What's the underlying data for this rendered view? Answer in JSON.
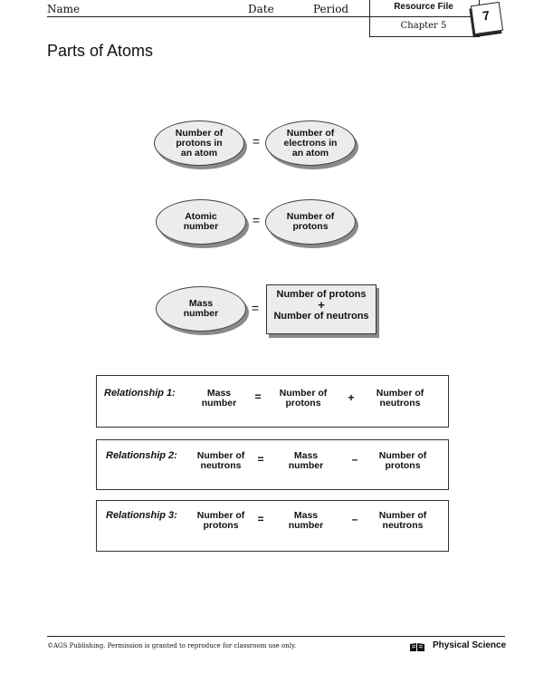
{
  "header": {
    "name_label": "Name",
    "date_label": "Date",
    "period_label": "Period",
    "resource_file": "Resource File",
    "chapter": "Chapter 5",
    "page_number": "7"
  },
  "title": "Parts of Atoms",
  "equations": [
    {
      "left": "Number of\nprotons in\nan atom",
      "op": "=",
      "right": "Number of\nelectrons in\nan atom"
    },
    {
      "left": "Atomic\nnumber",
      "op": "=",
      "right": "Number of\nprotons"
    },
    {
      "left": "Mass\nnumber",
      "op": "=",
      "right_top": "Number of protons",
      "right_plus": "+",
      "right_bottom": "Number of neutrons"
    }
  ],
  "relationships": [
    {
      "label": "Relationship 1:",
      "a": "Mass\nnumber",
      "op1": "=",
      "b": "Number of\nprotons",
      "op2": "+",
      "c": "Number of\nneutrons"
    },
    {
      "label": "Relationship 2:",
      "a": "Number of\nneutrons",
      "op1": "=",
      "b": "Mass\nnumber",
      "op2": "–",
      "c": "Number of\nprotons"
    },
    {
      "label": "Relationship 3:",
      "a": "Number of\nprotons",
      "op1": "=",
      "b": "Mass\nnumber",
      "op2": "–",
      "c": "Number of\nneutrons"
    }
  ],
  "footer": {
    "copyright": "©AGS Publishing. Permission is granted to reproduce for classroom use only.",
    "subject": "Physical Science",
    "icon": "book-icon"
  }
}
